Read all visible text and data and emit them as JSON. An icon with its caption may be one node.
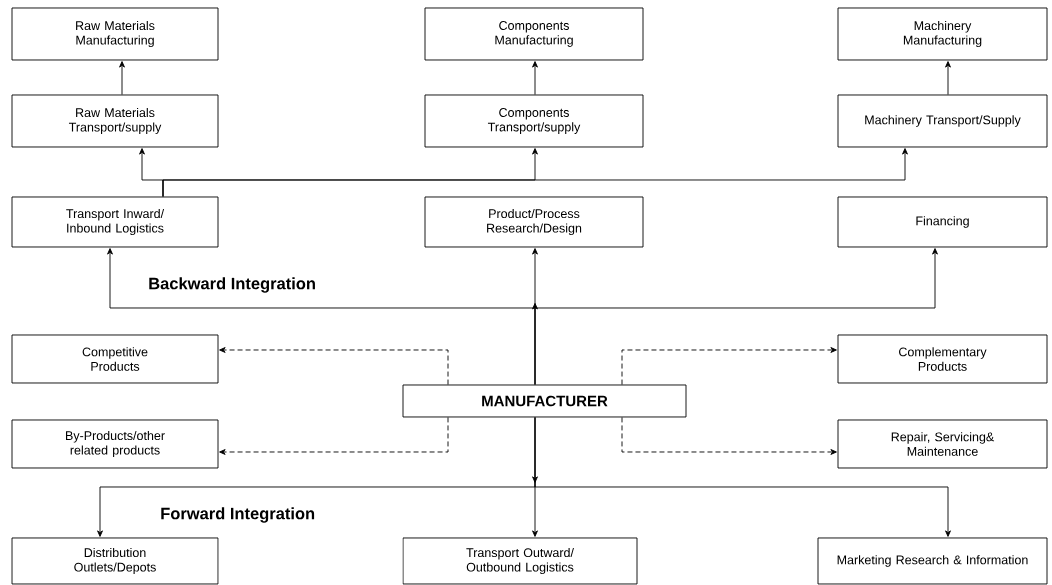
{
  "diagram": {
    "nodes": [
      {
        "text": [
          "Raw Materials Manufacturing"
        ]
      },
      {
        "text": [
          "Components Manufacturing"
        ]
      },
      {
        "text": [
          "Machinery Manufacturing"
        ]
      },
      {
        "text": [
          "Raw Materials Transport/supply"
        ]
      },
      {
        "text": [
          "Components Transport/supply"
        ]
      },
      {
        "text": [
          "Machinery Transport/Supply"
        ]
      },
      {
        "text": [
          "Transport Inward/ Inbound Logistics"
        ]
      },
      {
        "text": [
          "Product/Process Research/Design"
        ]
      },
      {
        "text": [
          "Financing"
        ]
      },
      {
        "text": [
          "Competitive Products"
        ]
      },
      {
        "text": [
          "Complementary Products"
        ]
      },
      {
        "text": [
          "MANUFACTURER"
        ]
      },
      {
        "text": [
          "By-Products/other related products"
        ]
      },
      {
        "text": [
          "Repair, Servicing& Maintenance"
        ]
      },
      {
        "text": [
          "Distribution Outlets/Depots"
        ]
      },
      {
        "text": [
          "Transport Outward/ Outbound Logistics"
        ]
      },
      {
        "text": [
          "Marketing Research & Information"
        ]
      }
    ],
    "edges": [
      {
        "from": 3,
        "to": 0,
        "arrow": "to"
      },
      {
        "from": 4,
        "to": 1,
        "arrow": "to"
      },
      {
        "from": 5,
        "to": 2,
        "arrow": "to"
      },
      {
        "from": 6,
        "to": 3,
        "arrow": "to"
      },
      {
        "from": 6,
        "to": 4,
        "arrow": "to"
      },
      {
        "from": 6,
        "to": 5,
        "arrow": "to"
      },
      {
        "from": 11,
        "to": 6,
        "arrow": "to"
      },
      {
        "from": 11,
        "to": 7,
        "arrow": "to"
      },
      {
        "from": 11,
        "to": 8,
        "arrow": "to"
      },
      {
        "from": 11,
        "to": 9,
        "arrow": "to",
        "style": "dashed"
      },
      {
        "from": 11,
        "to": 10,
        "arrow": "to",
        "style": "dashed"
      },
      {
        "from": 11,
        "to": 12,
        "arrow": "to",
        "style": "dashed"
      },
      {
        "from": 11,
        "to": 13,
        "arrow": "to",
        "style": "dashed"
      },
      {
        "from": 11,
        "to": 14,
        "arrow": "to"
      },
      {
        "from": 11,
        "to": 15,
        "arrow": "to"
      },
      {
        "from": 11,
        "to": 16,
        "arrow": "to"
      }
    ],
    "labels": [
      "Backward Integration",
      "Forward Integration"
    ]
  }
}
